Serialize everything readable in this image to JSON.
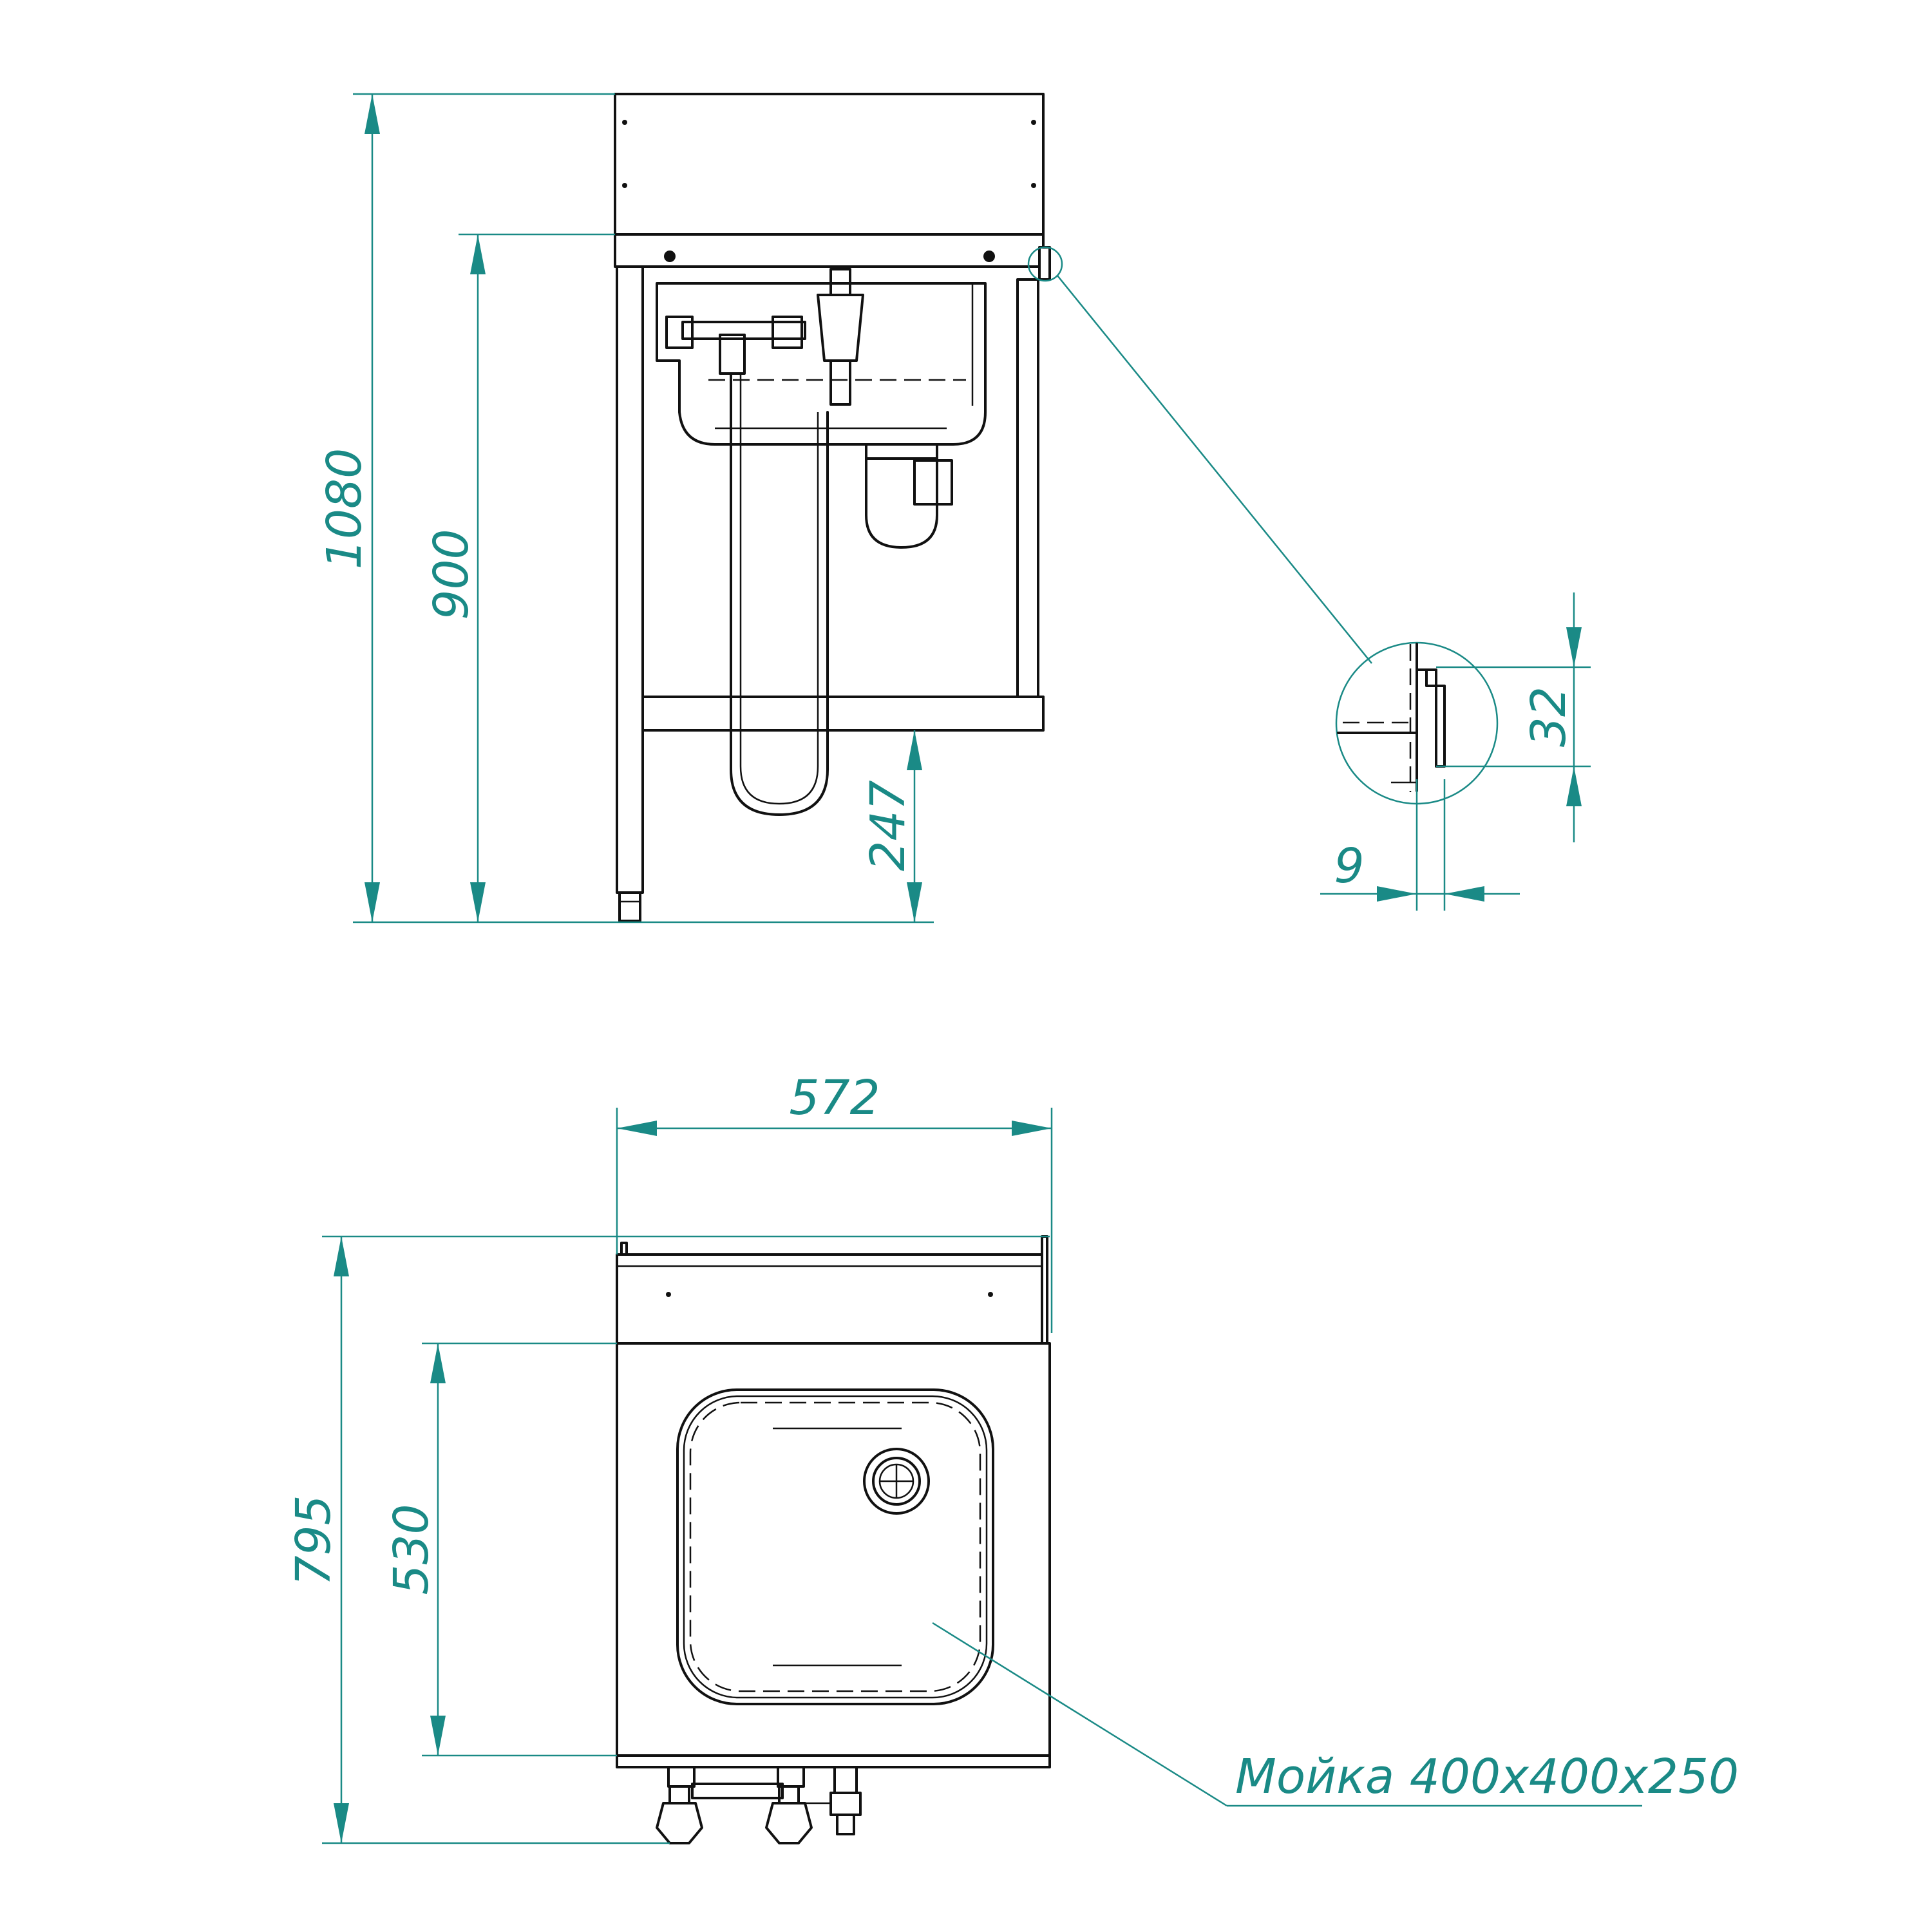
{
  "dimensions": {
    "side_total_height": "1080",
    "side_work_height": "900",
    "side_shelf_height": "247",
    "detail_edge_height": "32",
    "detail_edge_offset": "9",
    "plan_width": "572",
    "plan_total_depth": "795",
    "plan_table_depth": "530"
  },
  "callout": {
    "sink_label": "Мойка 400x400x250"
  },
  "colors": {
    "dimension": "#1a8a86",
    "outline": "#111111"
  }
}
